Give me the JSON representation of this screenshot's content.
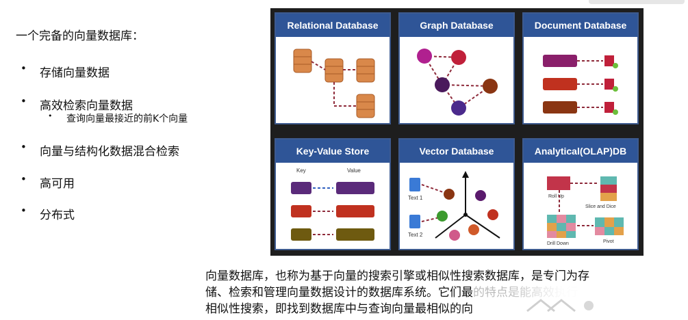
{
  "left": {
    "heading": "一个完备的向量数据库：",
    "bullets": [
      "存储向量数据",
      "高效检索向量数据",
      "向量与结构化数据混合检索",
      "高可用",
      "分布式"
    ],
    "sub_bullet": "查询向量最接近的前K个向量"
  },
  "cards": {
    "relational": "Relational Database",
    "graph": "Graph Database",
    "document": "Document Database",
    "keyvalue": "Key-Value Store",
    "vector": "Vector Database",
    "olap": "Analytical(OLAP)DB"
  },
  "kv": {
    "key_label": "Key",
    "value_label": "Value"
  },
  "vector": {
    "text1": "Text 1",
    "text2": "Text 2"
  },
  "olap": {
    "rollup": "Roll Up",
    "slice": "Slice and Dice",
    "drill": "Drill Down",
    "pivot": "Pivot"
  },
  "caption": {
    "line1": "向量数据库，也称为基于向量的搜索引擎或相似性搜索数据库，是专门为存",
    "line2": "储、检索和管理向量数据设计的数据库系统。它们最",
    "line2_partial": "的特点是能高效执行",
    "line3": "相似性搜索，即找到数据库中与查询向量最相似的向"
  },
  "colors": {
    "card_header": "#2f5597",
    "panel_bg": "#1e1e1e",
    "arrow": "#8e2a3a"
  }
}
